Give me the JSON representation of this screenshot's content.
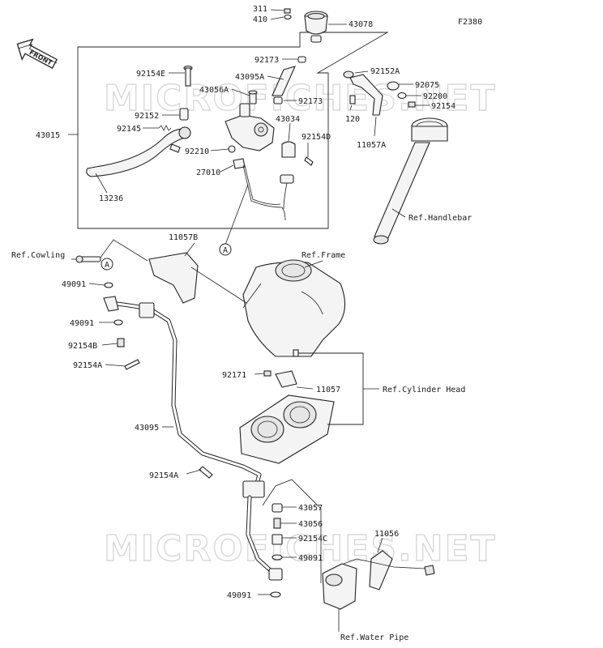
{
  "figure_code": "F2380",
  "front_label": "FRONT",
  "watermark": "MICROFICHES.NET",
  "callout_letter": "A",
  "labels": {
    "p311": "311",
    "p410": "410",
    "p43078": "43078",
    "p92173a": "92173",
    "p92152a": "92152A",
    "p92154e": "92154E",
    "p43095a": "43095A",
    "p92075": "92075",
    "p43056a": "43056A",
    "p92200": "92200",
    "p92173b": "92173",
    "p92154": "92154",
    "p43015": "43015",
    "p92152": "92152",
    "p43034": "43034",
    "p120": "120",
    "p92145": "92145",
    "p11057a": "11057A",
    "p92154d": "92154D",
    "p92210": "92210",
    "p27010": "27010",
    "p13236": "13236",
    "p11057b": "11057B",
    "p49091a": "49091",
    "p49091b": "49091",
    "p92154b": "92154B",
    "p92154a1": "92154A",
    "p92171": "92171",
    "p11057": "11057",
    "p43095": "43095",
    "p92154a2": "92154A",
    "p43057": "43057",
    "p43056": "43056",
    "p11056": "11056",
    "p92154c": "92154C",
    "p49091c": "49091",
    "p49091d": "49091"
  },
  "refs": {
    "handlebar": "Ref.Handlebar",
    "cowling": "Ref.Cowling",
    "frame": "Ref.Frame",
    "cylinder_head": "Ref.Cylinder Head",
    "water_pipe": "Ref.Water Pipe"
  }
}
